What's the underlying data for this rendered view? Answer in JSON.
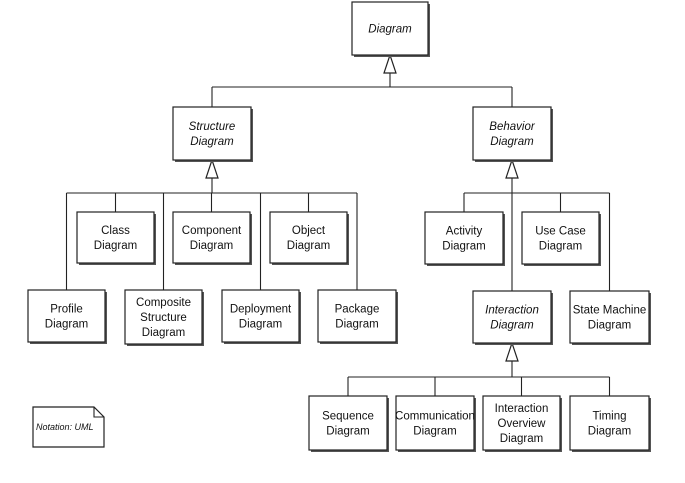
{
  "diagram": {
    "nodes": {
      "diagram": {
        "lines": [
          "Diagram"
        ],
        "abstract": true
      },
      "structure": {
        "lines": [
          "Structure",
          "Diagram"
        ],
        "abstract": true
      },
      "behavior": {
        "lines": [
          "Behavior",
          "Diagram"
        ],
        "abstract": true
      },
      "class": {
        "lines": [
          "Class",
          "Diagram"
        ]
      },
      "component": {
        "lines": [
          "Component",
          "Diagram"
        ]
      },
      "object": {
        "lines": [
          "Object",
          "Diagram"
        ]
      },
      "profile": {
        "lines": [
          "Profile",
          "Diagram"
        ]
      },
      "composite": {
        "lines": [
          "Composite",
          "Structure",
          "Diagram"
        ]
      },
      "deployment": {
        "lines": [
          "Deployment",
          "Diagram"
        ]
      },
      "package": {
        "lines": [
          "Package",
          "Diagram"
        ]
      },
      "activity": {
        "lines": [
          "Activity",
          "Diagram"
        ]
      },
      "usecase": {
        "lines": [
          "Use Case",
          "Diagram"
        ]
      },
      "interaction": {
        "lines": [
          "Interaction",
          "Diagram"
        ],
        "abstract": true
      },
      "statemachine": {
        "lines": [
          "State Machine",
          "Diagram"
        ]
      },
      "sequence": {
        "lines": [
          "Sequence",
          "Diagram"
        ]
      },
      "communication": {
        "lines": [
          "Communication",
          "Diagram"
        ]
      },
      "interactionoverview": {
        "lines": [
          "Interaction",
          "Overview",
          "Diagram"
        ]
      },
      "timing": {
        "lines": [
          "Timing",
          "Diagram"
        ]
      }
    },
    "generalizations": [
      {
        "parent": "diagram",
        "children": [
          "structure",
          "behavior"
        ]
      },
      {
        "parent": "structure",
        "children": [
          "class",
          "component",
          "object",
          "profile",
          "composite",
          "deployment",
          "package"
        ]
      },
      {
        "parent": "behavior",
        "children": [
          "activity",
          "usecase",
          "interaction",
          "statemachine"
        ]
      },
      {
        "parent": "interaction",
        "children": [
          "sequence",
          "communication",
          "interactionoverview",
          "timing"
        ]
      }
    ],
    "note": "Notation: UML"
  }
}
